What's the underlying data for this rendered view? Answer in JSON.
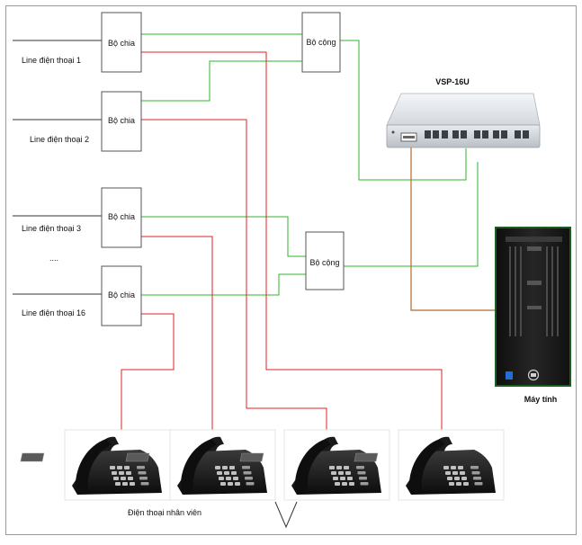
{
  "lines": [
    {
      "label": "Line điện thoại 1"
    },
    {
      "label": "Line điện thoại 2"
    },
    {
      "label": "Line điện thoại 3"
    },
    {
      "label": "Line điện thoại 16"
    }
  ],
  "ellipsis": "....",
  "splitter_label": "Bộ chia",
  "combiner_label": "Bộ cộng",
  "recorder": {
    "title": "VSP-16U"
  },
  "computer": {
    "label": "Máy tính"
  },
  "phones": {
    "caption": "Điện thoại nhân viên"
  },
  "colors": {
    "green": "#2db52d",
    "red": "#e02020",
    "brown": "#b06a2a"
  }
}
